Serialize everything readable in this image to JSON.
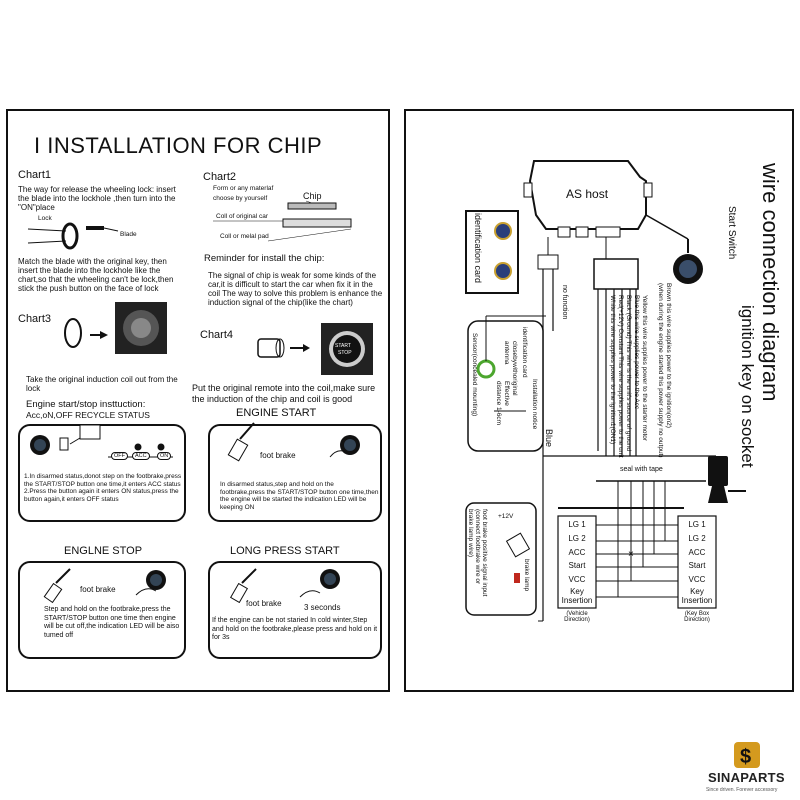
{
  "left": {
    "title": "I INSTALLATION FOR CHIP",
    "chart1": {
      "label": "Chart1",
      "text": "The way for release the wheeling lock: insert the blade into the lockhole ,then turn into the \"ON\"place",
      "lock": "Lock",
      "blade": "Blade",
      "text2": "Match the blade with the original key, then insert the blade into the lockhole like the chart,so that the wheeling can't be lock,then stick the push button on the face of lock"
    },
    "chart2": {
      "label": "Chart2",
      "line1": "Form or any materlaf",
      "line2": "choose by yourself",
      "chip": "Chip",
      "coil": "Coll of original car",
      "pad": "Coll or melal pad"
    },
    "reminder": {
      "title": "Reminder for install the chip:",
      "text": "The signal of chip is weak for some kinds of the car,it is difficult to start the car when fix it in the coil The way to solve this problem is enhance the induction signal of the chip(like the chart)"
    },
    "chart3": {
      "label": "Chart3",
      "text": "Take the original induction coil out from the lock"
    },
    "chart4": {
      "label": "Chart4",
      "text": "Put the original remote into the coil,make sure the induction of the chip and coil is good",
      "btn1": "START",
      "btn2": "STOP"
    },
    "engine_section": {
      "title": "Engine start/stop insttuction:",
      "subtitle": "Acc,oN,OFF RECYCLE STATUS"
    },
    "box1": {
      "off": "OFF",
      "acc": "ACC",
      "on": "ON",
      "text": "1.In disarmed status,donot step on the footbrake,press the START/STOP button one time,it enters ACC status 2.Press the button again it enters ON status,press the button again,it enters OFF status"
    },
    "box2": {
      "title": "ENGINE START",
      "foot": "foot brake",
      "text": "In disarmed status,step and hold on the footbrake,press the START/STOP button one time,then the engine will be started the indication LED will be keeping ON"
    },
    "box3": {
      "title": "ENGLNE STOP",
      "foot": "foot brake",
      "text": "Step and hold on the footbrake,press the START/STOP button one time then engine will be cut off,the indication LED will be aiso tumed off"
    },
    "box4": {
      "title": "LONG PRESS START",
      "foot": "foot brake",
      "seconds": "3 seconds",
      "text": "If the engine can be not staried In cold winter,Step and hold on the footbrake,please press and hold on it for 3s"
    }
  },
  "right": {
    "title": "wire connection diagram",
    "subtitle": "ignition key on socket",
    "host": "AS host",
    "start_switch": "Start Switch",
    "id_card": "identification card",
    "no_function": "no function",
    "blue": "Blue",
    "seal": "seal with tape",
    "notes": [
      "Brown this wire supplies power to the ignition(on2)",
      "(when during the engine started this power supply no output)",
      "Yellow this wire supplies power to the starter motor",
      "Blue this wire supplies power to the Acc",
      "Black (Ground) This wire is the unit's source of ground",
      "Red(+12V) Constant This wire supplies power to the unit",
      "White this wire supplies power to the ignition1(ON1)"
    ],
    "sensor_labels": [
      "identification card",
      "closebywithoriginal antenna",
      "Sensor(concealed mounting)",
      "Installation notice",
      "Effective distance 1-6cm"
    ],
    "brake": {
      "plus": "+12V",
      "lamp": "brake lamp",
      "text": "foot brake positive signal input (connect footbrake wire or brake lamp wire)"
    },
    "left_terminals": [
      "LG 1",
      "LG 2",
      "ACC",
      "Start",
      "VCC",
      "Key Insertion"
    ],
    "right_terminals": [
      "LG 1",
      "LG 2",
      "ACC",
      "Start",
      "VCC",
      "Key Insertion"
    ],
    "left_caption": "(Vehicle Direction)",
    "right_caption": "(Key Box Direction)"
  },
  "logo": {
    "brand": "SINAPARTS",
    "tagline": "Since driven. Forever accessory",
    "accent": "#d49a1e"
  }
}
